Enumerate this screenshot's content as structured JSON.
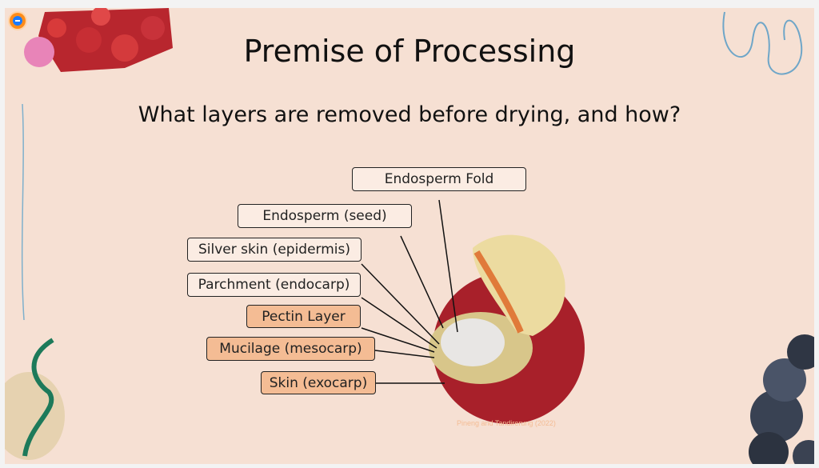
{
  "title": "Premise of Processing",
  "subtitle": "What layers are removed before drying, and how?",
  "labels": [
    {
      "text": "Endosperm Fold",
      "highlight": false
    },
    {
      "text": "Endosperm (seed)",
      "highlight": false
    },
    {
      "text": "Silver skin (epidermis)",
      "highlight": false
    },
    {
      "text": "Parchment (endocarp)",
      "highlight": false
    },
    {
      "text": "Pectin Layer",
      "highlight": true
    },
    {
      "text": "Mucilage (mesocarp)",
      "highlight": true
    },
    {
      "text": "Skin (exocarp)",
      "highlight": true
    }
  ],
  "credit": "Pineng and Tandirerung (2022)",
  "colors": {
    "background": "#f6e0d3",
    "highlight": "#f4bc94",
    "cherry": "#a8202a"
  }
}
